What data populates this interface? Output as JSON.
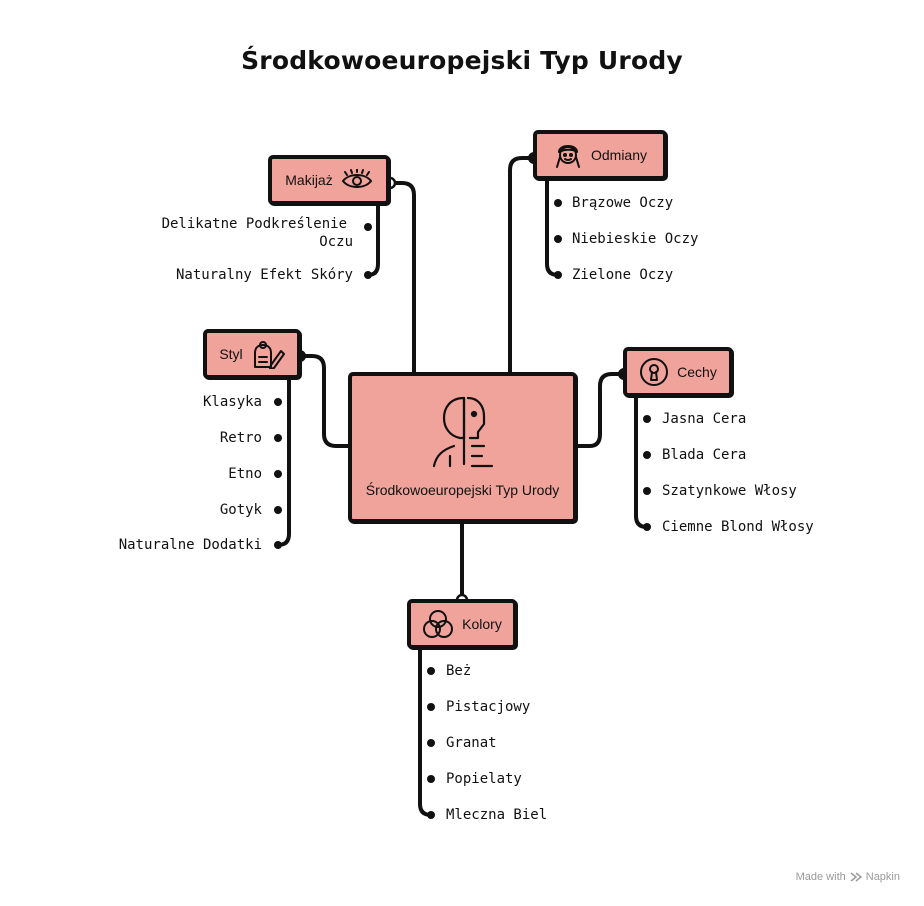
{
  "title": "Środkowoeuropejski Typ Urody",
  "center": {
    "label": "Środkowoeuropejski Typ Urody",
    "icon": "face-split-icon"
  },
  "nodes": {
    "makijaz": {
      "label": "Makijaż",
      "icon": "eye-icon",
      "items": [
        "Delikatne Podkreślenie",
        "Oczu",
        "Naturalny Efekt Skóry"
      ]
    },
    "odmiany": {
      "label": "Odmiany",
      "icon": "woman-face-icon",
      "items": [
        "Brązowe Oczy",
        "Niebieskie Oczy",
        "Zielone Oczy"
      ]
    },
    "styl": {
      "label": "Styl",
      "icon": "style-pencil-icon",
      "items": [
        "Klasyka",
        "Retro",
        "Etno",
        "Gotyk",
        "Naturalne Dodatki"
      ]
    },
    "cechy": {
      "label": "Cechy",
      "icon": "keyhole-icon",
      "items": [
        "Jasna Cera",
        "Blada Cera",
        "Szatynkowe Włosy",
        "Ciemne Blond Włosy"
      ]
    },
    "kolory": {
      "label": "Kolory",
      "icon": "color-circles-icon",
      "items": [
        "Beż",
        "Pistacjowy",
        "Granat",
        "Popielaty",
        "Mleczna Biel"
      ]
    }
  },
  "footer": {
    "text": "Made with",
    "brand": "Napkin"
  },
  "colors": {
    "node_fill": "#efa39a",
    "stroke": "#111111",
    "footer": "#9a9a9a"
  }
}
